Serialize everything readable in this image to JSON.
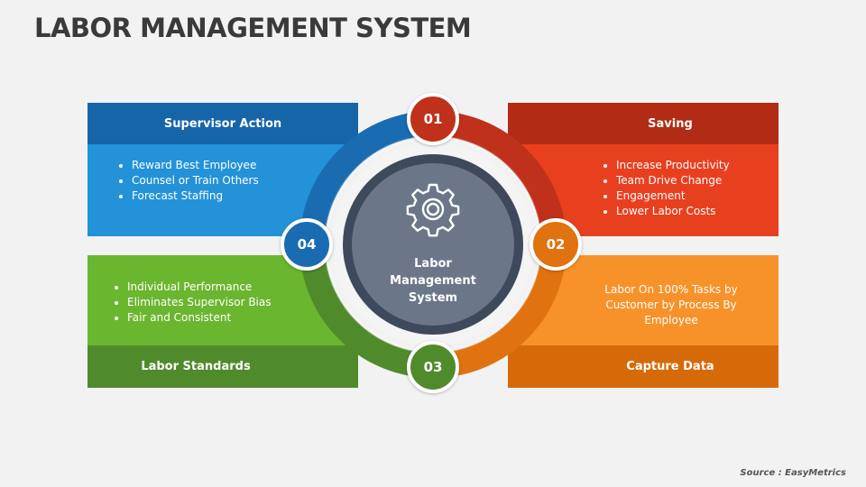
{
  "title": "LABOR MANAGEMENT SYSTEM",
  "center": {
    "label_lines": [
      "Labor",
      "Management",
      "System"
    ],
    "icon": "gear-icon"
  },
  "sections": [
    {
      "number": "01",
      "heading": "Saving",
      "items": [
        "Increase Productivity",
        "Team Drive Change",
        "Engagement",
        "Lower Labor Costs"
      ],
      "colors": {
        "header": "#b22b14",
        "body": "#e8401f",
        "circle": "#c0311b"
      }
    },
    {
      "number": "02",
      "heading": "Capture Data",
      "text": "Labor On 100% Tasks by Customer by Process By Employee",
      "colors": {
        "header": "#d66a09",
        "body": "#f7922a",
        "circle": "#e0720f"
      }
    },
    {
      "number": "03",
      "heading": "Labor Standards",
      "items": [
        "Individual Performance",
        "Eliminates Supervisor Bias",
        "Fair and Consistent"
      ],
      "colors": {
        "header": "#4f8b2b",
        "body": "#6bb62f",
        "circle": "#4f8b2b"
      }
    },
    {
      "number": "04",
      "heading": "Supervisor Action",
      "items": [
        "Reward Best Employee",
        "Counsel or Train Others",
        "Forecast Staffing"
      ],
      "colors": {
        "header": "#1565a8",
        "body": "#2492d8",
        "circle": "#1a6cb2"
      }
    }
  ],
  "source": "Source : EasyMetrics"
}
